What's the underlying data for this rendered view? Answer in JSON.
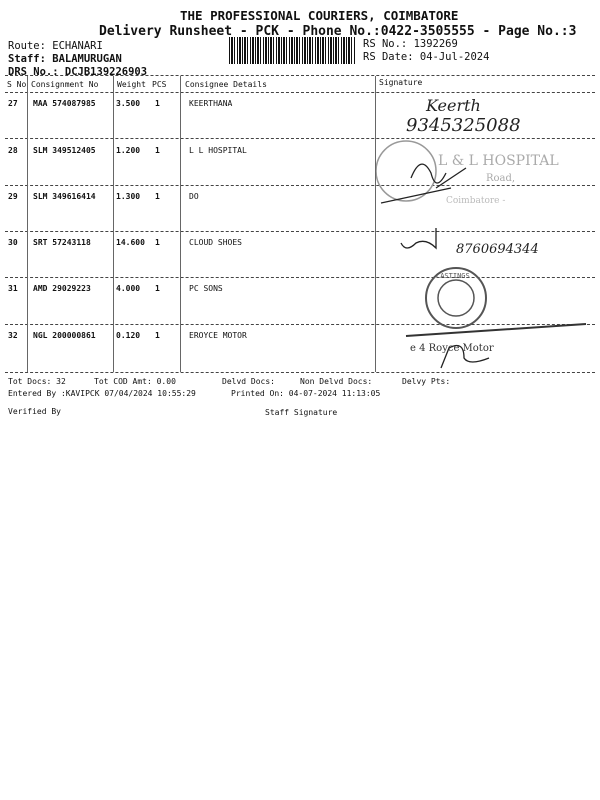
{
  "header": {
    "company": "THE PROFESSIONAL COURIERS, COIMBATORE",
    "subtitle": "Delivery Runsheet - PCK - Phone No.:0422-3505555 - Page No.:3",
    "route": "Route: ECHANARI",
    "staff": "Staff: BALAMURUGAN",
    "drs": "DRS No.: DCJB139226903",
    "rs_no": "RS No.: 1392269",
    "rs_date": "RS Date: 04-Jul-2024"
  },
  "table": {
    "columns": [
      "S No",
      "Consignment No",
      "Weight",
      "PCS",
      "Consignee Details",
      "Signature"
    ],
    "rows": [
      {
        "sno": "27",
        "cons": "MAA 574087985",
        "weight": "3.500",
        "pcs": "1",
        "consignee": "KEERTHANA",
        "sig": "Keerth",
        "phone": "9345325088"
      },
      {
        "sno": "28",
        "cons": "SLM 349512405",
        "weight": "1.200",
        "pcs": "1",
        "consignee": "L L HOSPITAL",
        "sig": "",
        "phone": ""
      },
      {
        "sno": "29",
        "cons": "SLM 349616414",
        "weight": "1.300",
        "pcs": "1",
        "consignee": "DO",
        "sig": "",
        "phone": ""
      },
      {
        "sno": "30",
        "cons": "SRT 57243118",
        "weight": "14.600",
        "pcs": "1",
        "consignee": "CLOUD SHOES",
        "sig": "",
        "phone": "8760694344"
      },
      {
        "sno": "31",
        "cons": "AMD 29029223",
        "weight": "4.000",
        "pcs": "1",
        "consignee": "PC SONS",
        "sig": "",
        "phone": ""
      },
      {
        "sno": "32",
        "cons": "NGL 200000861",
        "weight": "0.120",
        "pcs": "1",
        "consignee": "EROYCE MOTOR",
        "sig": "",
        "phone": ""
      }
    ]
  },
  "stamps": {
    "hospital": [
      "L & L HOSPITAL",
      "Road,",
      "Coimbatore -"
    ],
    "casting": "CASTINGS",
    "royce": "e 4 Royce Motor"
  },
  "footer": {
    "tot_docs": "Tot Docs:  32",
    "tot_cod": "Tot COD Amt:    0.00",
    "delvd": "Delvd Docs:",
    "non_delvd": "Non Delvd Docs:",
    "delvy_pts": "Delvy Pts:",
    "entered_by": "Entered By :KAVIPCK 07/04/2024 10:55:29",
    "printed_on": "Printed On: 04-07-2024 11:13:05",
    "verified_by": "Verified By",
    "staff_signature": "Staff Signature"
  }
}
